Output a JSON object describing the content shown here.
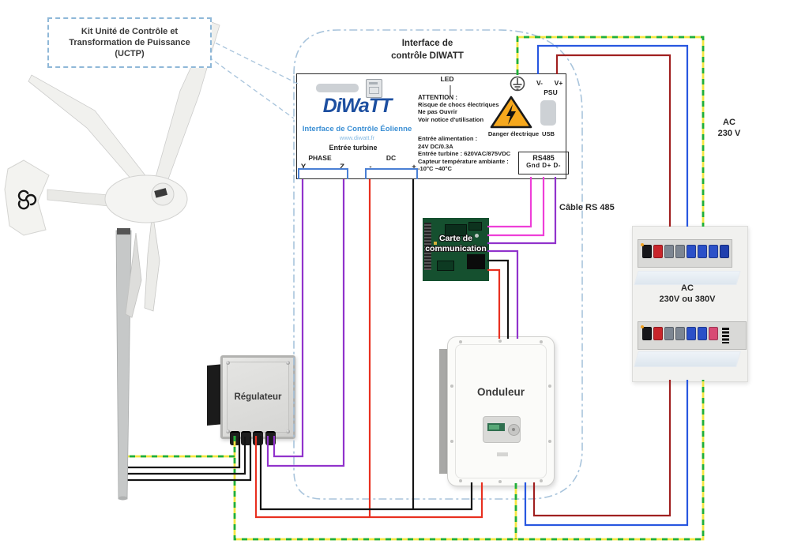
{
  "callout": {
    "line1": "Kit Unité de Contrôle et",
    "line2": "Transformation de Puissance",
    "line3": "(UCTP)"
  },
  "control_interface": {
    "title_line1": "Interface de",
    "title_line2": "contrôle DIWATT",
    "logo_text": "DiWaTT",
    "subtitle": "Interface de Contrôle Éolienne",
    "website": "www.diwatt.fr",
    "turbine_input_label": "Entrée turbine",
    "phase_label": "PHASE",
    "dc_label": "DC",
    "terminal_y": "Y",
    "terminal_z": "Z",
    "terminal_minus": "-",
    "terminal_plus": "+",
    "led_label": "LED",
    "attention_title": "ATTENTION :",
    "attention_line1": "Risque de chocs électriques",
    "attention_line2": "Ne pas Ouvrir",
    "attention_line3": "Voir notice d'utilisation",
    "spec_line1": "Entrée alimentation :",
    "spec_line2": "24V DC/0.3A",
    "spec_line3": "Entrée turbine : 620VAC/875VDC",
    "spec_line4": "Capteur température ambiante :",
    "spec_line5": "-10°C ~40°C",
    "danger_label": "Danger électrique",
    "usb_label": "USB",
    "v_minus": "V-",
    "v_plus": "V+",
    "psu_label": "PSU",
    "rs485_title": "RS485",
    "rs485_pins": "Gnd D+ D-"
  },
  "labels": {
    "cable_rs485": "Câble RS 485",
    "ac_right_line1": "AC",
    "ac_right_line2": "230 V"
  },
  "communication_card": {
    "label_line1": "Carte de",
    "label_line2": "communication"
  },
  "regulator": {
    "label": "Régulateur"
  },
  "inverter": {
    "label": "Onduleur"
  },
  "panel": {
    "label_line1": "AC",
    "label_line2": "230V ou 380V",
    "row1_breakers": [
      "#16161a",
      "#c8252b",
      "#7d8692",
      "#7d8692",
      "#2b50c8",
      "#2b50c8",
      "#2b50c8",
      "#1f3fae"
    ],
    "row2_breakers": [
      "#16161a",
      "#c8252b",
      "#7d8692",
      "#7d8692",
      "#2b50c8",
      "#2b50c8",
      "#d84a74"
    ]
  },
  "colors": {
    "wire_ground_green": "#1faf3c",
    "wire_ground_yellow": "#f5e642",
    "wire_blue": "#2857e0",
    "wire_dark_red": "#a02020",
    "wire_red": "#e83020",
    "wire_black": "#141414",
    "wire_purple": "#9133cc",
    "wire_magenta": "#ee3fd8",
    "uctp_boundary": "#a8c4dc",
    "logo_blue": "#1d4fa0",
    "subtitle_blue": "#3b8fd4",
    "warning_orange": "#f6a81d"
  }
}
